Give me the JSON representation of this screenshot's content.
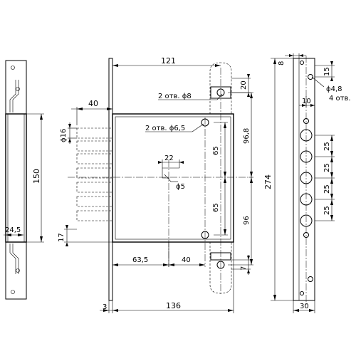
{
  "labels": {
    "d121": "121",
    "d136": "136",
    "d3": "3",
    "d40_top": "40",
    "d16": "ϕ16",
    "d150": "150",
    "d24_5": "24,5",
    "d17": "17",
    "d22": "22",
    "d5": "ϕ5",
    "d63_5": "63,5",
    "d40_bottom": "40",
    "d65_upper": "65",
    "d65_lower": "65",
    "d96_8": "96,8",
    "d96": "96",
    "d20": "20",
    "d7": "7",
    "d274": "274",
    "d8": "8",
    "d15": "15",
    "d10": "10",
    "d30": "30",
    "d25_1": "25",
    "d25_2": "25",
    "d25_3": "25",
    "d25_4": "25",
    "holes8": "2 отв. ϕ8",
    "holes6_5": "2 отв. ϕ6,5",
    "hole4_8": "ϕ4,8",
    "holes4": "4 отв."
  }
}
